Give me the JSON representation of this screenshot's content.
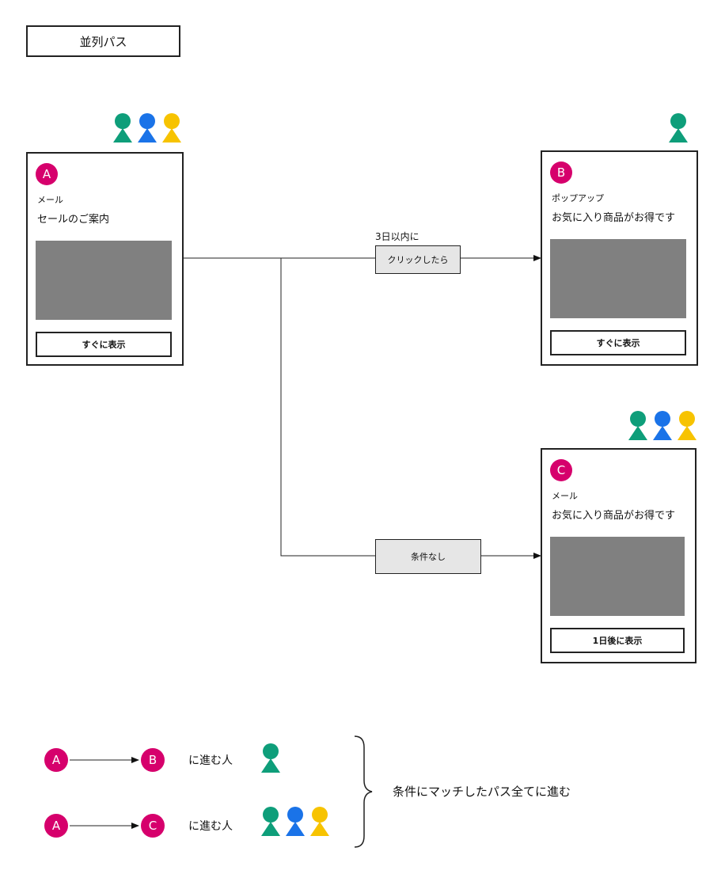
{
  "title": "並列パス",
  "colors": {
    "accent": "#D6006C",
    "green": "#0E9E7A",
    "blue": "#1A73E8",
    "yellow": "#F7C300",
    "image_gray": "#808080",
    "condition_fill": "#E6E6E6"
  },
  "cards": {
    "a": {
      "badge": "A",
      "channel": "メール",
      "message": "セールのご案内",
      "button": "すぐに表示",
      "audience": [
        "green",
        "blue",
        "yellow"
      ]
    },
    "b": {
      "badge": "B",
      "channel": "ポップアップ",
      "message": "お気に入り商品がお得です",
      "button": "すぐに表示",
      "audience": [
        "green"
      ]
    },
    "c": {
      "badge": "C",
      "channel": "メール",
      "message": "お気に入り商品がお得です",
      "button": "1日後に表示",
      "audience": [
        "green",
        "blue",
        "yellow"
      ]
    }
  },
  "conditions": {
    "top": {
      "label": "3日以内に",
      "box": "クリックしたら"
    },
    "bottom": {
      "box": "条件なし"
    }
  },
  "legend": {
    "rows": [
      {
        "from": "A",
        "to": "B",
        "text": "に進む人",
        "people": [
          "green"
        ]
      },
      {
        "from": "A",
        "to": "C",
        "text": "に進む人",
        "people": [
          "green",
          "blue",
          "yellow"
        ]
      }
    ],
    "summary": "条件にマッチしたパス全てに進む"
  }
}
